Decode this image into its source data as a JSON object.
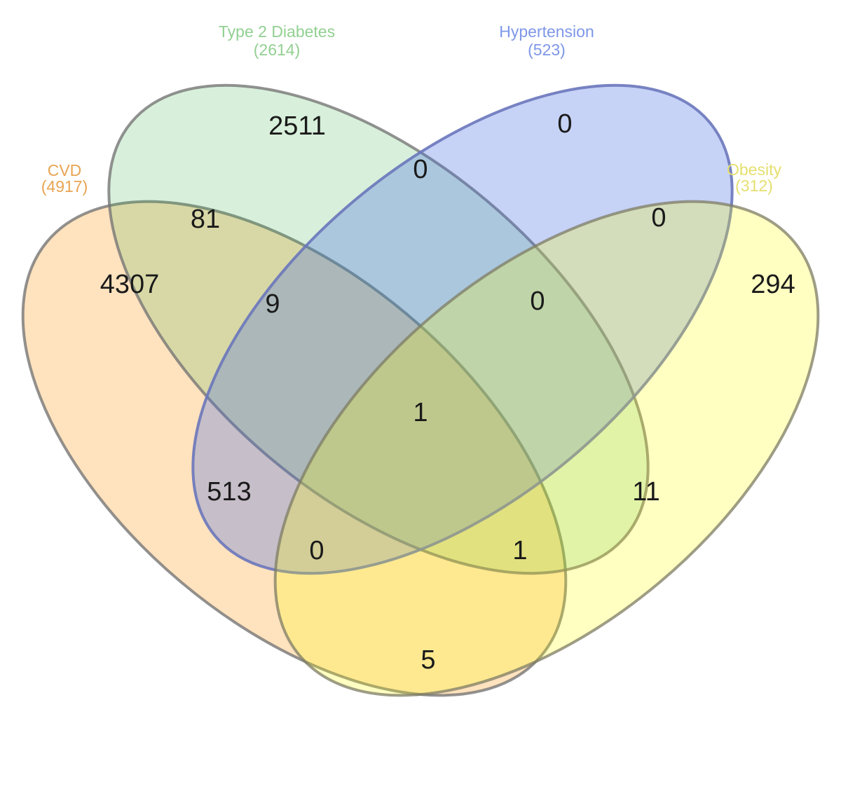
{
  "chart_data": {
    "type": "venn",
    "title": "",
    "sets": [
      {
        "name": "CVD",
        "count_label": "(4917)",
        "total": 4917,
        "color": "#e8a452",
        "fill": "#ff9614"
      },
      {
        "name": "Type 2 Diabetes",
        "count_label": "(2614)",
        "total": 2614,
        "color": "#92d092",
        "fill": "#3cb44b"
      },
      {
        "name": "Hypertension",
        "count_label": "(523)",
        "total": 523,
        "color": "#7e97e8",
        "fill": "#4169e1"
      },
      {
        "name": "Obesity",
        "count_label": "(312)",
        "total": 312,
        "color": "#e5df6e",
        "fill": "#ffff00"
      }
    ],
    "regions": [
      {
        "sets": [
          "CVD"
        ],
        "value": 4307
      },
      {
        "sets": [
          "Type 2 Diabetes"
        ],
        "value": 2511
      },
      {
        "sets": [
          "Hypertension"
        ],
        "value": 0
      },
      {
        "sets": [
          "Obesity"
        ],
        "value": 294
      },
      {
        "sets": [
          "CVD",
          "Type 2 Diabetes"
        ],
        "value": 81
      },
      {
        "sets": [
          "Type 2 Diabetes",
          "Hypertension"
        ],
        "value": 0
      },
      {
        "sets": [
          "Hypertension",
          "Obesity"
        ],
        "value": 0
      },
      {
        "sets": [
          "CVD",
          "Hypertension"
        ],
        "value": 513
      },
      {
        "sets": [
          "Type 2 Diabetes",
          "Obesity"
        ],
        "value": 11
      },
      {
        "sets": [
          "CVD",
          "Obesity"
        ],
        "value": 5
      },
      {
        "sets": [
          "CVD",
          "Type 2 Diabetes",
          "Hypertension"
        ],
        "value": 9
      },
      {
        "sets": [
          "Type 2 Diabetes",
          "Hypertension",
          "Obesity"
        ],
        "value": 0
      },
      {
        "sets": [
          "CVD",
          "Hypertension",
          "Obesity"
        ],
        "value": 0
      },
      {
        "sets": [
          "CVD",
          "Type 2 Diabetes",
          "Obesity"
        ],
        "value": 1
      },
      {
        "sets": [
          "CVD",
          "Type 2 Diabetes",
          "Hypertension",
          "Obesity"
        ],
        "value": 1
      }
    ]
  }
}
